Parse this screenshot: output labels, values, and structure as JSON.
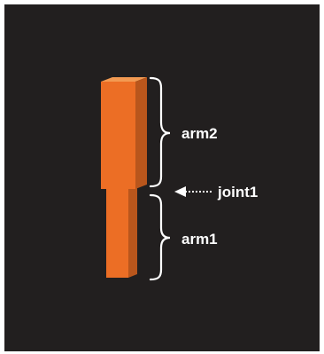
{
  "labels": {
    "arm2": "arm2",
    "joint1": "joint1",
    "arm1": "arm1"
  },
  "colors": {
    "frame_background": "#221f1f",
    "arm_front": "#ec6e25",
    "arm_side": "#b9561c",
    "arm_top": "#f39a52",
    "annotation": "#ffffff"
  }
}
